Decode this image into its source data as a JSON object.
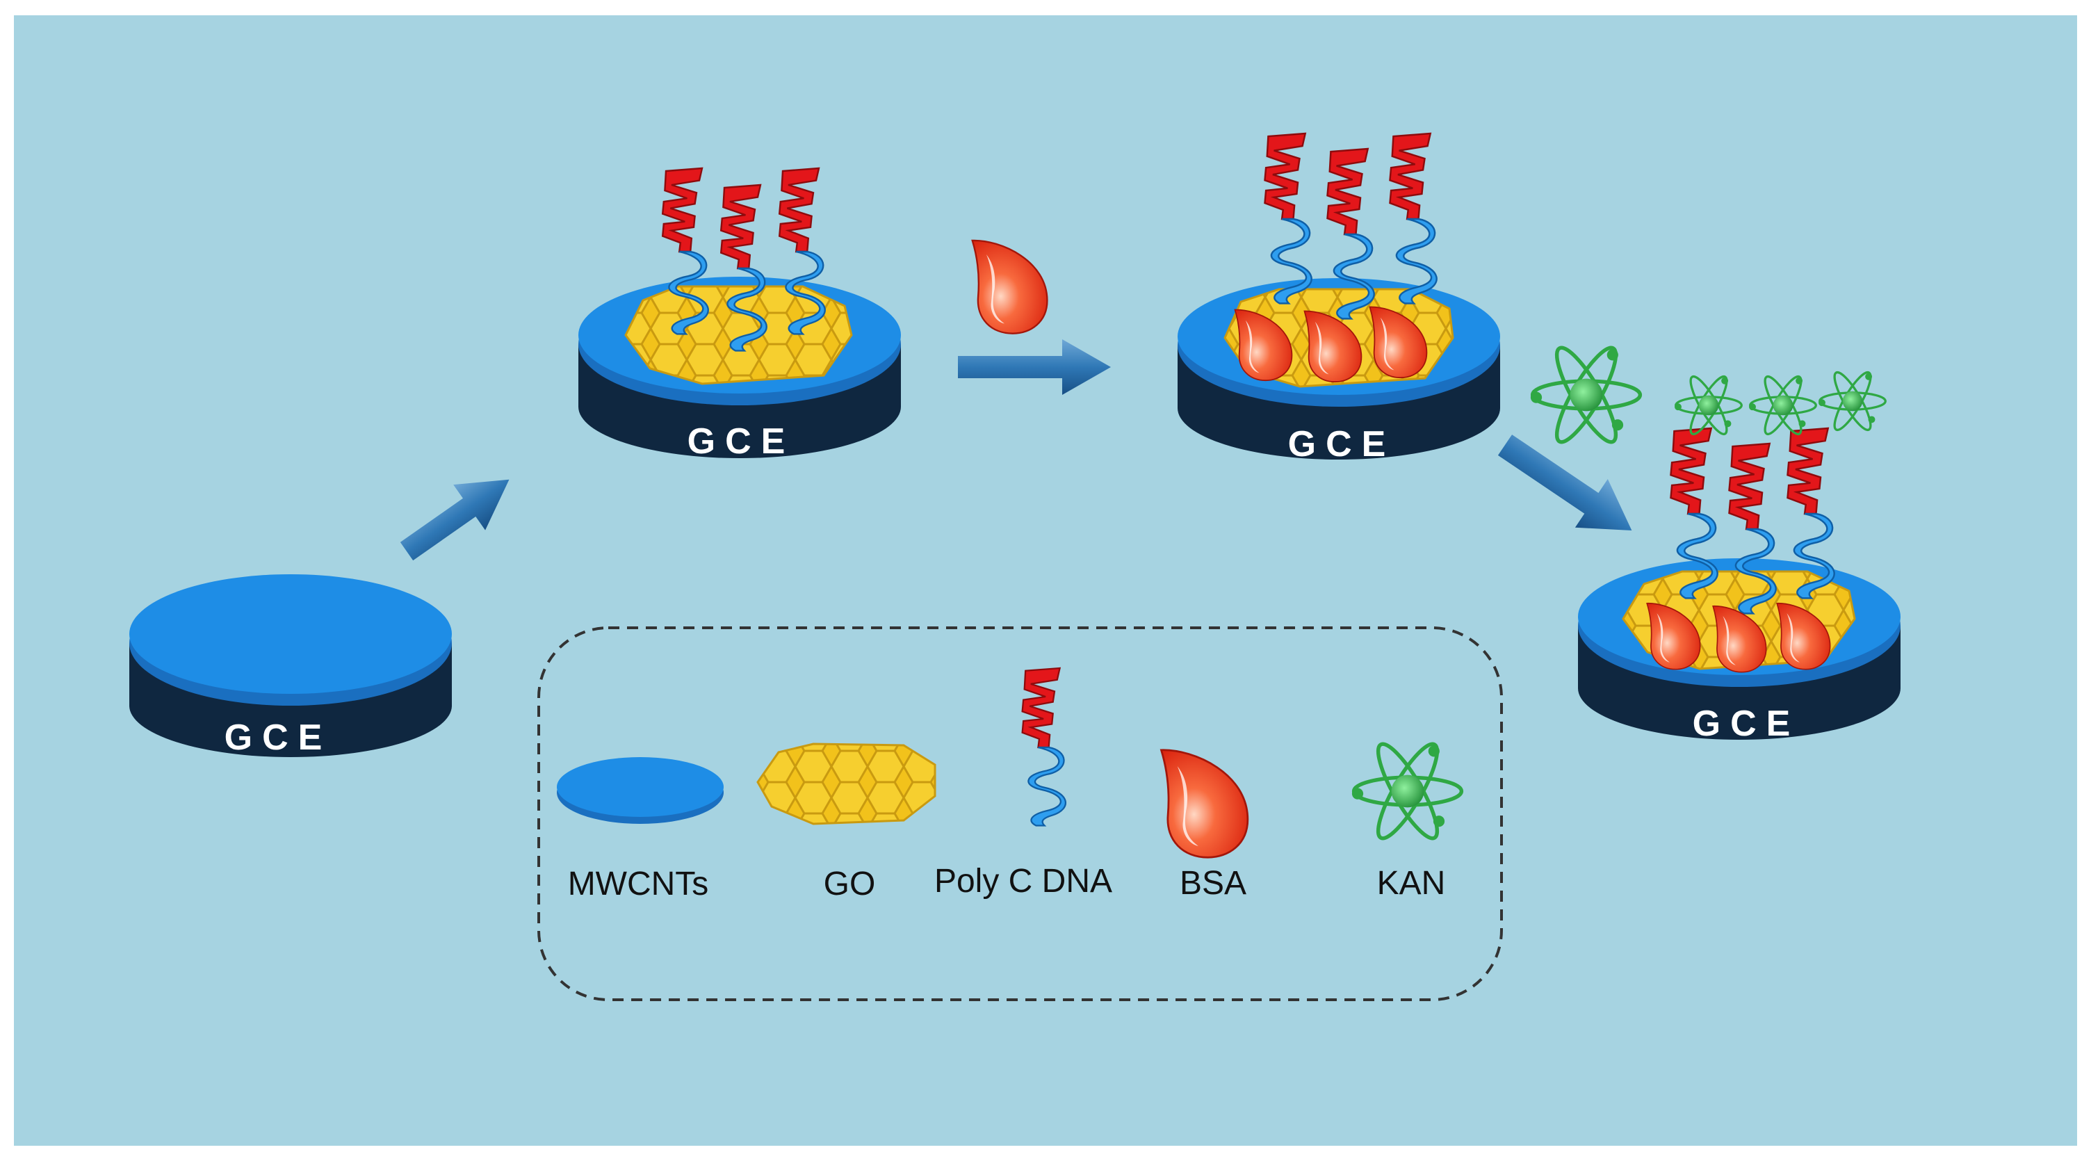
{
  "colors": {
    "background": "#a6d3e1",
    "mwcnt": "#1e8de6",
    "electrode_side": "#0f2740",
    "go": "#f2c21b",
    "dna_red": "#e3161a",
    "dna_blue": "#2e9ef0",
    "bsa": "#ef3a1c",
    "kan": "#2fa844",
    "arrow": "#2f78b6",
    "legend_border": "#333333"
  },
  "electrodes": {
    "e1": {
      "label": "GCE"
    },
    "e2": {
      "label": "GCE"
    },
    "e3": {
      "label": "GCE"
    },
    "e4": {
      "label": "GCE"
    }
  },
  "legend": {
    "mwcnts": "MWCNTs",
    "go": "GO",
    "dna": "Poly C DNA",
    "bsa": "BSA",
    "kan": "KAN"
  },
  "icons": {
    "dna": "dna-strand-icon",
    "bsa": "bsa-droplet-icon",
    "kan": "kan-molecule-icon",
    "go": "graphene-oxide-icon",
    "mwcnt": "mwcnt-disk-icon"
  }
}
